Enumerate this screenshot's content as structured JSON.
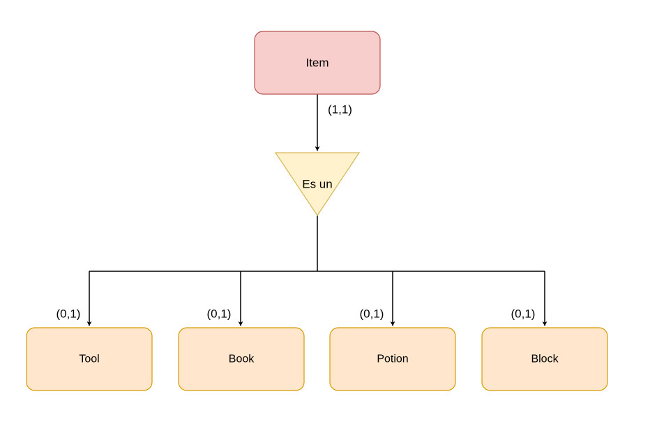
{
  "diagram": {
    "parent": {
      "label": "Item"
    },
    "isa": {
      "label": "Es un",
      "cardinality": "(1,1)"
    },
    "children": [
      {
        "label": "Tool",
        "cardinality": "(0,1)"
      },
      {
        "label": "Book",
        "cardinality": "(0,1)"
      },
      {
        "label": "Potion",
        "cardinality": "(0,1)"
      },
      {
        "label": "Block",
        "cardinality": "(0,1)"
      }
    ]
  },
  "colors": {
    "parent_fill": "#f8cecc",
    "parent_stroke": "#b85450",
    "isa_fill": "#fff2cc",
    "isa_stroke": "#d6b656",
    "child_fill": "#ffe6cc",
    "child_stroke": "#d79b00",
    "line": "#000000"
  }
}
